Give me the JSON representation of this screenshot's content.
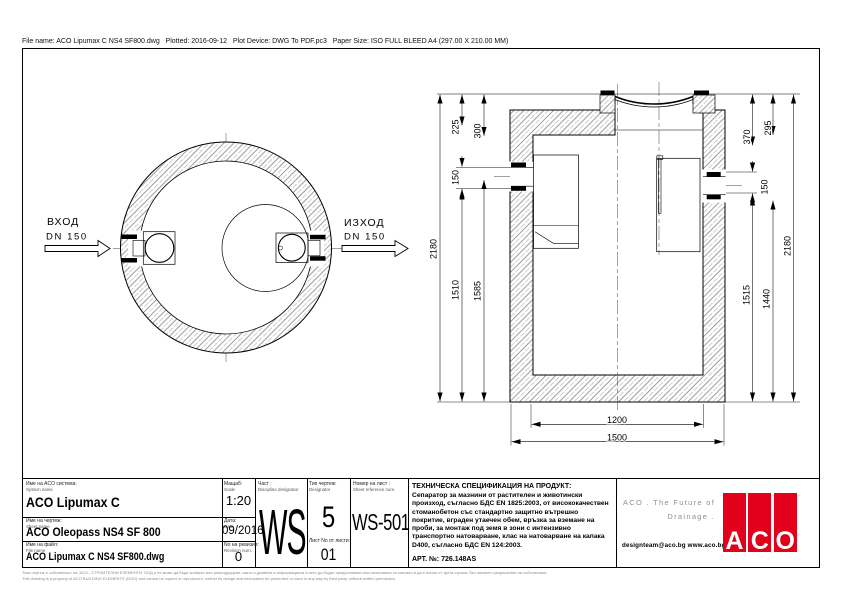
{
  "header": {
    "file_info": "File name: ACO Lipumax C NS4 SF800.dwg   Plotted: 2016-09-12   Plot Device: DWG To PDF.pc3   Paper Size: ISO FULL BLEED A4 (297.00 X 210.00 MM)"
  },
  "plan": {
    "inlet_label": "ВХОД",
    "inlet_dn": "DN 150",
    "outlet_label": "ИЗХОД",
    "outlet_dn": "DN 150"
  },
  "section": {
    "dims": {
      "overall_left": "2180",
      "top_left_a": "225",
      "top_left_b": "300",
      "inlet_pipe": "150",
      "invert_left_a": "1510",
      "invert_left_b": "1585",
      "top_right_a": "370",
      "top_right_b": "295",
      "outlet_pipe": "150",
      "invert_right_a": "1515",
      "invert_right_b": "1440",
      "overall_right": "2180",
      "width_inner": "1200",
      "width_outer": "1500"
    }
  },
  "title_block": {
    "system": {
      "label_bg": "Име на ACO система:",
      "label_en": "System name",
      "value": "ACO Lipumax C"
    },
    "scale": {
      "label_bg": "Мащаб:",
      "label_en": "Scale",
      "value": "1:20"
    },
    "sheet": {
      "label_bg": "Име на чертеж:",
      "label_en": "Sheet name",
      "value": "ACO Oleopass  NS4 SF 800"
    },
    "date": {
      "label_bg": "Дата:",
      "label_en": "Date",
      "value": "09/2016"
    },
    "file": {
      "label_bg": "Име на файл:",
      "label_en": "File name",
      "value": "ACO Lipumax C NS4 SF800.dwg"
    },
    "revision": {
      "label_bg": "No на ревизия:",
      "label_en": "Revision num.",
      "value": "0"
    },
    "discipline": {
      "label_bg": "Част :",
      "label_en": "Discipline designator",
      "value": "WS"
    },
    "type": {
      "label_bg": "Тип чертеж:",
      "label_en": "Designator",
      "value": "5"
    },
    "sheet_no": {
      "label_bg": "Лист No от листи:",
      "value": "01"
    },
    "sheet_ref": {
      "label_bg": "Номер на лист :",
      "label_en": "Sheet reference num.",
      "value": "WS-501"
    }
  },
  "spec": {
    "title": "ТЕХНИЧЕСКА СПЕЦИФИКАЦИЯ НА ПРОДУКТ:",
    "body": "Сепаратор за мазнини от растителен и животински произход, съгласно БДС EN 1825:2003, от висококачествен стоманобетон със стандартно защитно вътрешно покритие, вграден утаечен обем, връзка за вземане на проби, за монтаж под земя в зони с интензивно транспортно натоварване, клас на натоварване на капака D400, съгласно БДС EN 124:2003.",
    "art_no": "АРТ. №: 726.148AS"
  },
  "branding": {
    "tagline_line1": "ACO . The Future of",
    "tagline_line2": "Drainage .",
    "contacts": "designteam@aco.bg  www.aco.bg",
    "logo_letters": [
      "A",
      "C",
      "O"
    ],
    "logo_color": "#e2001a"
  },
  "disclaimer": {
    "line_bg": "Този чертеж е собственост на 'АСО - СТРОИТЕЛНИ ЕЛЕМЕНТИ' ООД и не може да бъде копиран или репродуциран, както и дизайна и информацията в него да бъдат предоставяни или използвани по какъвто и да е начин от трета страна, без писмено разрешение на собственика.",
    "line_en": "This drawing is a property of ACO BUILDING ELEMENTS (OOD) and cannot be copied or reproduced, neither its design and information be presented or used in any way by third party, without written permission."
  }
}
